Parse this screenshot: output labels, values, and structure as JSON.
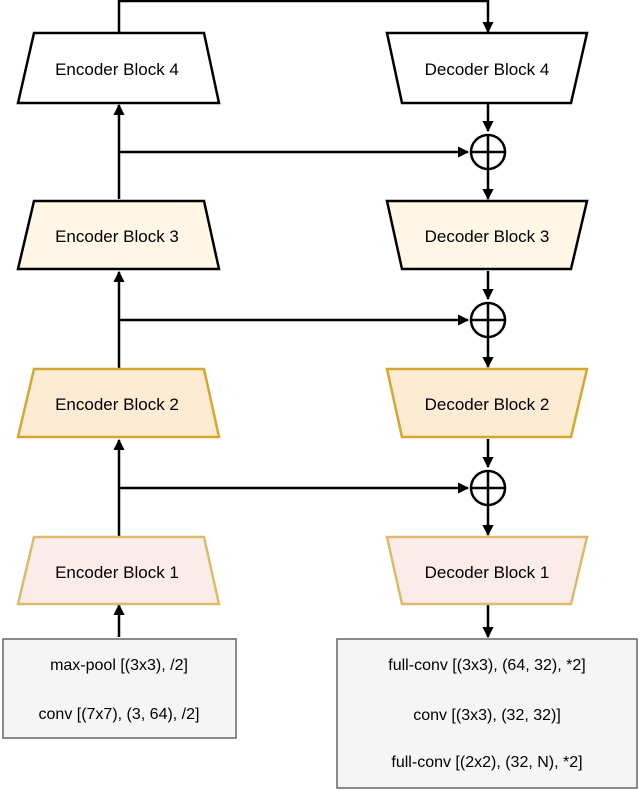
{
  "encoder": {
    "block4": "Encoder Block 4",
    "block3": "Encoder Block 3",
    "block2": "Encoder Block 2",
    "block1": "Encoder Block 1"
  },
  "decoder": {
    "block4": "Decoder Block 4",
    "block3": "Decoder Block 3",
    "block2": "Decoder Block 2",
    "block1": "Decoder Block 1"
  },
  "input_box": {
    "line1": "max-pool [(3x3), /2]",
    "line2": "conv [(7x7), (3, 64), /2]"
  },
  "output_box": {
    "line1": "full-conv [(3x3), (64, 32), *2]",
    "line2": "conv [(3x3), (32, 32)]",
    "line3": "full-conv [(2x2), (32, N), *2]"
  },
  "colors": {
    "block4_fill": "#ffffff",
    "block4_stroke": "#000000",
    "block3_fill": "#fff6e6",
    "block3_stroke": "#000000",
    "block2_fill": "#fdebd3",
    "block2_stroke": "#d6a62e",
    "block1_fill": "#fbecea",
    "block1_stroke": "#dbbb6a",
    "box_fill": "#f5f5f5",
    "box_stroke": "#666666"
  }
}
